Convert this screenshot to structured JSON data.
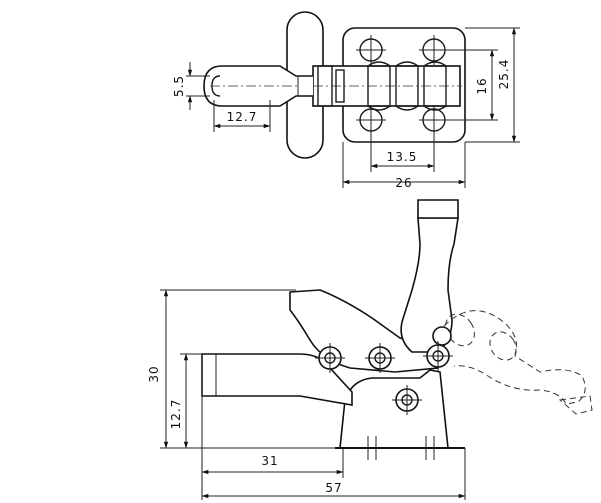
{
  "dimensions": {
    "d_5_5": "5.5",
    "d_12_7_top": "12.7",
    "d_13_5": "13.5",
    "d_26": "26",
    "d_16": "16",
    "d_25_4": "25.4",
    "d_30": "30",
    "d_12_7_side": "12.7",
    "d_31": "31",
    "d_57": "57"
  }
}
